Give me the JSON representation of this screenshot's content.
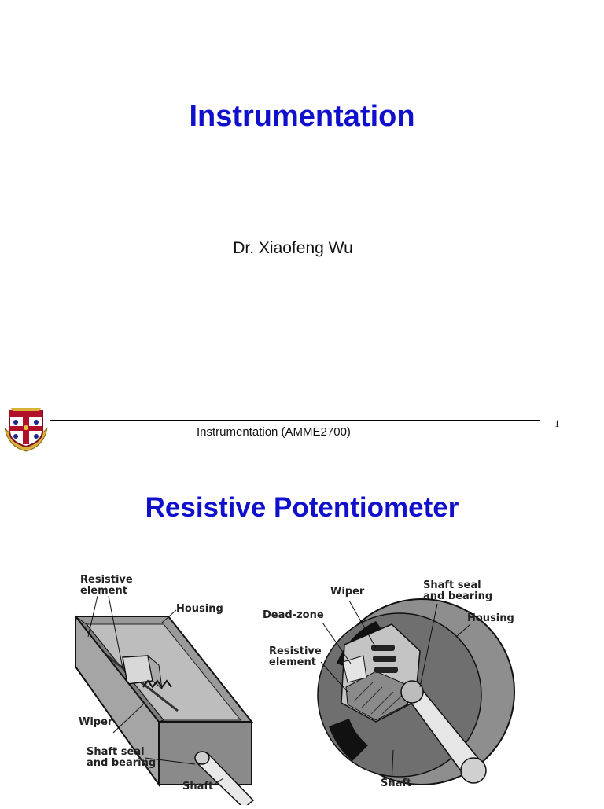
{
  "slide1": {
    "title": "Instrumentation",
    "author": "Dr. Xiaofeng Wu",
    "footer": "Instrumentation (AMME2700)",
    "page_number": "1"
  },
  "slide2": {
    "title": "Resistive Potentiometer",
    "linear_labels": {
      "resistive_element": "Resistive\nelement",
      "housing": "Housing",
      "wiper": "Wiper",
      "shaft_seal": "Shaft seal\nand bearing",
      "shaft": "Shaft"
    },
    "rotary_labels": {
      "wiper": "Wiper",
      "shaft_seal": "Shaft seal\nand bearing",
      "dead_zone": "Dead-zone",
      "housing": "Housing",
      "resistive_element": "Resistive\nelement",
      "shaft": "Shaft"
    }
  },
  "colors": {
    "title": "#1010cc"
  }
}
